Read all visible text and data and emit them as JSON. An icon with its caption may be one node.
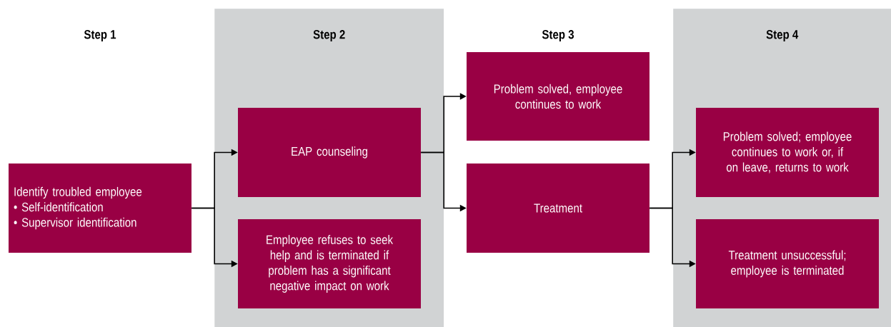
{
  "diagram": {
    "nodes": [
      {
        "text": [
          "Identify troubled employee",
          "• Self-identification",
          "• Supervisor identification"
        ]
      },
      {
        "text": [
          "Step 2"
        ]
      },
      {
        "text": [
          "EAP counseling"
        ],
        "in": 1
      },
      {
        "text": [
          "Employee refuses to seek help and is terminated if problem has a significant negative impact on work"
        ],
        "in": 1
      },
      {
        "text": [
          "Problem solved, employee continues to work"
        ]
      },
      {
        "text": [
          "Treatment"
        ]
      },
      {
        "text": [
          "Step 4"
        ]
      },
      {
        "text": [
          "Problem solved; employee continues to work or, if on leave, returns to work"
        ],
        "in": 6
      },
      {
        "text": [
          "Treatment unsuccessful; employee is terminated"
        ],
        "in": 6
      }
    ],
    "edges": [
      {
        "from": 0,
        "to": 2,
        "arrow": "to"
      },
      {
        "from": 0,
        "to": 3,
        "arrow": "to"
      },
      {
        "from": 2,
        "to": 4,
        "arrow": "to"
      },
      {
        "from": 2,
        "to": 5,
        "arrow": "to"
      },
      {
        "from": 5,
        "to": 7,
        "arrow": "to"
      },
      {
        "from": 5,
        "to": 8,
        "arrow": "to"
      }
    ],
    "labels": [
      "Step 1",
      "Step 3"
    ]
  }
}
